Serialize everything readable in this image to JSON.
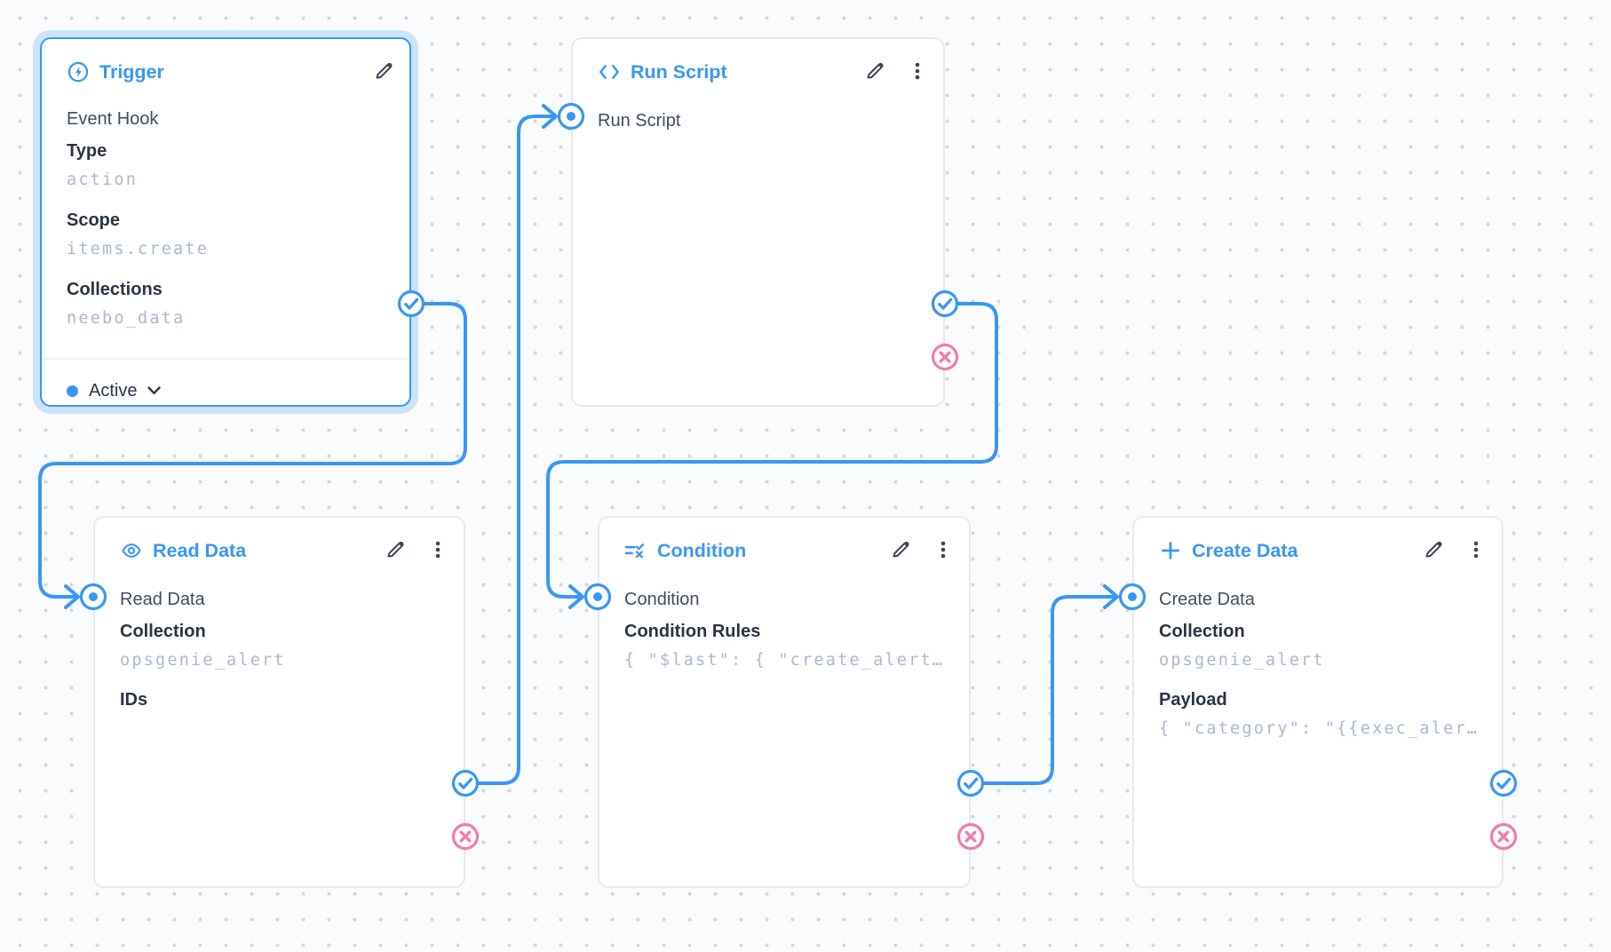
{
  "app": "flow-editor",
  "colors": {
    "accent_blue": "#3897f4",
    "reject_pink": "#f17ab0",
    "selected_halo": "#cce3fb",
    "canvas_bg": "#fafbfc",
    "grid_dot": "#d4d7db",
    "panel_border": "#e7e9ed",
    "muted_value": "#aab8d0"
  },
  "nodes": [
    {
      "id": "trigger",
      "title": "Trigger",
      "icon": "bolt-circle-icon",
      "selected": true,
      "subtitle": "Event Hook",
      "fields": [
        {
          "label": "Type",
          "value": "action"
        },
        {
          "label": "Scope",
          "value": "items.create"
        },
        {
          "label": "Collections",
          "value": "neebo_data"
        }
      ],
      "status": {
        "label": "Active",
        "state": "active"
      }
    },
    {
      "id": "run-script",
      "title": "Run Script",
      "icon": "code-icon",
      "input_label": "Run Script",
      "fields": []
    },
    {
      "id": "read-data",
      "title": "Read Data",
      "icon": "eye-icon",
      "input_label": "Read Data",
      "fields": [
        {
          "label": "Collection",
          "value": "opsgenie_alert"
        },
        {
          "label": "IDs",
          "value": ""
        }
      ]
    },
    {
      "id": "condition",
      "title": "Condition",
      "icon": "rule-icon",
      "input_label": "Condition",
      "fields": [
        {
          "label": "Condition Rules",
          "value": "{ \"$last\": { \"create_alert…"
        }
      ]
    },
    {
      "id": "create-data",
      "title": "Create Data",
      "icon": "plus-icon",
      "input_label": "Create Data",
      "fields": [
        {
          "label": "Collection",
          "value": "opsgenie_alert"
        },
        {
          "label": "Payload",
          "value": "{ \"category\": \"{{exec_aler…"
        }
      ]
    }
  ],
  "edges": [
    {
      "from": "trigger.resolve",
      "to": "read-data.input"
    },
    {
      "from": "read-data.resolve",
      "to": "run-script.input"
    },
    {
      "from": "run-script.resolve",
      "to": "condition.input"
    },
    {
      "from": "condition.resolve",
      "to": "create-data.input"
    }
  ]
}
